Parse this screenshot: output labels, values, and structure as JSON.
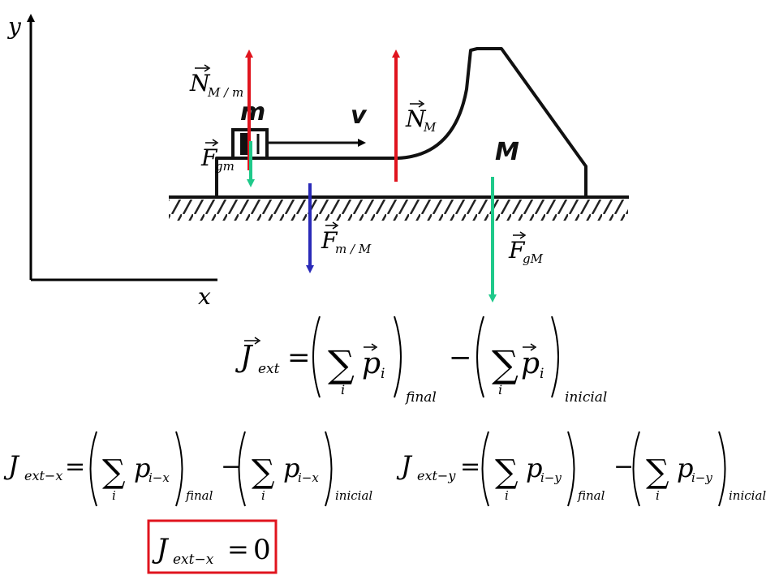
{
  "axes": {
    "y_label": "y",
    "x_label": "x"
  },
  "bodies": {
    "small_mass_label": "m",
    "velocity_label": "v",
    "large_mass_label": "M"
  },
  "forces": {
    "normal_on_m": {
      "symbol": "N",
      "sub": "M / m",
      "color": "#e0141e"
    },
    "weight_m": {
      "symbol": "F",
      "sub": "gm",
      "color": "#1fc98a"
    },
    "normal_M": {
      "symbol": "N",
      "sub": "M",
      "color": "#e0141e"
    },
    "force_m_on_M": {
      "symbol": "F",
      "sub": "m / M",
      "color": "#2a2ab8"
    },
    "weight_M": {
      "symbol": "F",
      "sub": "gM",
      "color": "#1fc98a"
    }
  },
  "equations": {
    "main": {
      "lhs": "J",
      "lhs_sub": "ext",
      "term": "p",
      "term_sub": "i",
      "sum_index": "i",
      "final_label": "final",
      "initial_label": "inicial",
      "equals": "=",
      "minus": "−"
    },
    "x_component": {
      "lhs": "J",
      "lhs_sub": "ext−x",
      "term": "p",
      "term_sub": "i−x",
      "sum_index": "i",
      "final_label": "final",
      "initial_label": "inicial"
    },
    "y_component": {
      "lhs": "J",
      "lhs_sub": "ext−y",
      "term": "p",
      "term_sub": "i−y",
      "sum_index": "i",
      "final_label": "final",
      "initial_label": "inicial"
    },
    "result": {
      "lhs": "J",
      "lhs_sub": "ext−x",
      "equals": "=",
      "value": "0",
      "box_color": "#e0141e"
    }
  }
}
